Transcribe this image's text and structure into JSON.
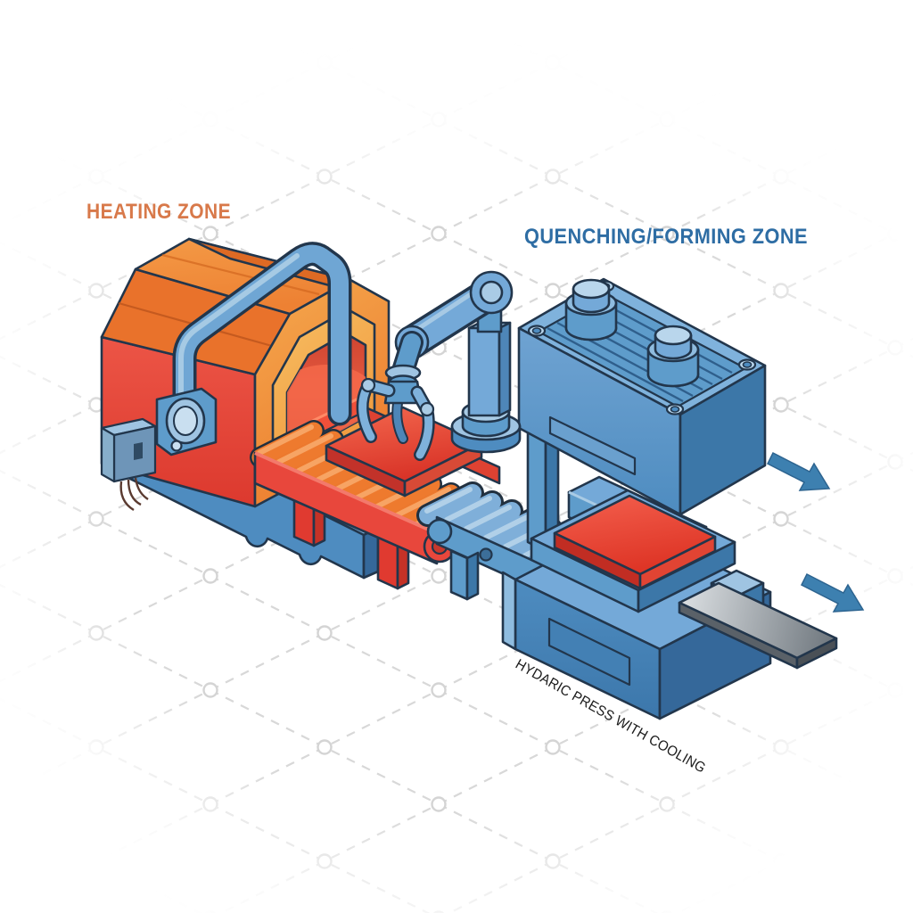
{
  "labels": {
    "heating_zone": "HEATING ZONE",
    "quenching_zone": "QUENCHING/FORMING ZONE",
    "press_caption": "HYDARIC PRESS WITH COOLING"
  },
  "palette": {
    "heating_label_orange": "#D8794A",
    "quenching_label_blue": "#2E6DA4",
    "caption_text": "#1B1B1B",
    "furnace_top_orange": "#F19345",
    "furnace_side_orange": "#E9722B",
    "furnace_red_face": "#E8473C",
    "hot_blank_red": "#E84537",
    "roller_orange": "#EE7A2E",
    "machine_blue_light": "#A9CBE5",
    "machine_blue": "#5E9CCB",
    "machine_blue_dark": "#3C77A8",
    "steel_sheet_gray": "#8A9198",
    "flow_arrow_blue": "#3D80B0",
    "grid_line_gray": "#D8D8D8",
    "outline_navy": "#22364C",
    "background": "#FFFFFF"
  },
  "components": [
    {
      "name": "heating-furnace",
      "zone": "HEATING ZONE"
    },
    {
      "name": "hot-roller-conveyor",
      "zone": "HEATING ZONE"
    },
    {
      "name": "hot-blank",
      "zone": "HEATING ZONE"
    },
    {
      "name": "transfer-robot-arm",
      "zone": "QUENCHING/FORMING ZONE"
    },
    {
      "name": "transfer-roller-conveyor",
      "zone": "QUENCHING/FORMING ZONE"
    },
    {
      "name": "hydraulic-press-with-cooling",
      "zone": "QUENCHING/FORMING ZONE"
    },
    {
      "name": "formed-steel-sheet",
      "zone": "QUENCHING/FORMING ZONE"
    },
    {
      "name": "flow-arrows",
      "zone": "QUENCHING/FORMING ZONE"
    }
  ]
}
